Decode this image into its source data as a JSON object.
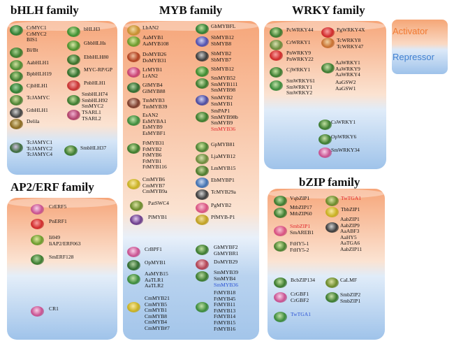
{
  "titles": {
    "bhlh": "bHLH family",
    "myb": "MYB family",
    "wrky": "WRKY family",
    "ap2": "AP2/ERF family",
    "bzip": "bZIP family"
  },
  "legend": {
    "activator": "Activator",
    "repressor": "Repressor",
    "activator_color": "#f07a32",
    "repressor_color": "#3f7fd0"
  },
  "colors": {
    "activator_bg": "#f5b48a",
    "repressor_bg": "#a9c9ec",
    "red_text": "#e0242a",
    "blue_text": "#2a52d4"
  },
  "bhlh": {
    "activators": [
      "CrMYC1\nCrMYC2\nBIS1",
      "bHLH3",
      "GbbHLHs",
      "Bl/Bt",
      "EbbHLH80",
      "AabHLH1",
      "MYC-RP/GP",
      "BpbHLH19",
      "PnbHLH1",
      "CjbHLH1",
      "SmbHLH74\nSmbHLH92\nSmMYC2",
      "TcJAMYC",
      "TSARL1\nTSARL2",
      "GtbHLH1",
      "Delila"
    ],
    "repressors": [
      "TcJAMYC1\nTcJAMYC2\nTcJAMYC4",
      "SmbHLH37"
    ]
  },
  "ap2": {
    "activators": [
      "CrERF5",
      "PnERF1",
      "Ii049\nIiAP2/ERF063",
      "SmERF128"
    ],
    "repressors": [
      "CR1"
    ]
  },
  "myb": {
    "activators": [
      "LbAN2",
      "GbMYBFL",
      "AaMYB1\nAaMYB108",
      "SbMYB12\nSbMYB8",
      "DoMYB26\nDoMYB31",
      "SbMYB2\nSbMYB7",
      "LrMYB1\nLrAN2",
      "SbMYB12",
      "GlMYB4\nGlMYB88",
      "SmMYB52\nSmMYB111\nSmMYB98",
      "TmMYB3\nTmMYB39",
      "SmMYB2\nSmMYB1",
      "EsAN2\nEsMYBA1\nEsMYB9\nEsMYBF1",
      "SmPAP1\nSmMYB98b\nSmMYB9",
      "SmMYB36",
      "FtMYB31\nFtMYB2\nFtMYB6\nFtMYB1\nFtMYB116",
      "GpMYB81",
      "LjaMYB12",
      "LmMYB15",
      "CmMYB6\nCmMYB7\nCmMYB9a",
      "EbMYBP1",
      "TcMYB29a",
      "PatSWC4",
      "PgMYB2",
      "PlMYB1",
      "PfMYB-P1"
    ],
    "repressors": [
      "CrBPF1",
      "GbMYBF2\nGbMYBR1",
      "OpMYB1",
      "DoMYB29",
      "AaMYB15\nAaTLR1\nAaTLR2",
      "SmMYB39\nSmMYB4",
      "SmMYB36",
      "CmMYB21\nCmMYB5\nCmMYB1\nCmMYB8\nCmMYB4\nCmMYB#7",
      "FtMYB18\nFtMYB45\nFtMYB11\nFtMYB13\nFtMYB14\nFtMYB15\nFtMYB16"
    ]
  },
  "wrky": {
    "activators": [
      "PcWRKY44",
      "PgWRKY4X",
      "CrWRKY1",
      "TcWRKY8\nTcWRKY47",
      "PnWRKY9\nPnWRKY22",
      "CjWRKY1",
      "AaWRKY1\nAaWRKY9\nAaWRKY4",
      "SmWRKY61\nSmWRKY1\nSmWRKY2",
      "AaGSW2\nAaGSW1"
    ],
    "repressors": [
      "CsWRKY1",
      "OpWRKY6",
      "SmWRKY34"
    ]
  },
  "bzip": {
    "activators": [
      "VqbZIP1",
      "TwTGA1",
      "MtbZIP17\nMtbZIP60",
      "TbbZIP1",
      "SmbZIP1",
      "SmAREB1",
      "AabZIP1\nAabZIP9\nAaABF3\nAaHY5\nAaTGA6\nAabZIP11",
      "FtHY5-1\nFtHY5-2"
    ],
    "repressors": [
      "BcbZIP134",
      "CaLMF",
      "CrGBF1\nCrGBF2",
      "SmbZIP2\nSmbZIP1",
      "TwTGA1"
    ]
  }
}
